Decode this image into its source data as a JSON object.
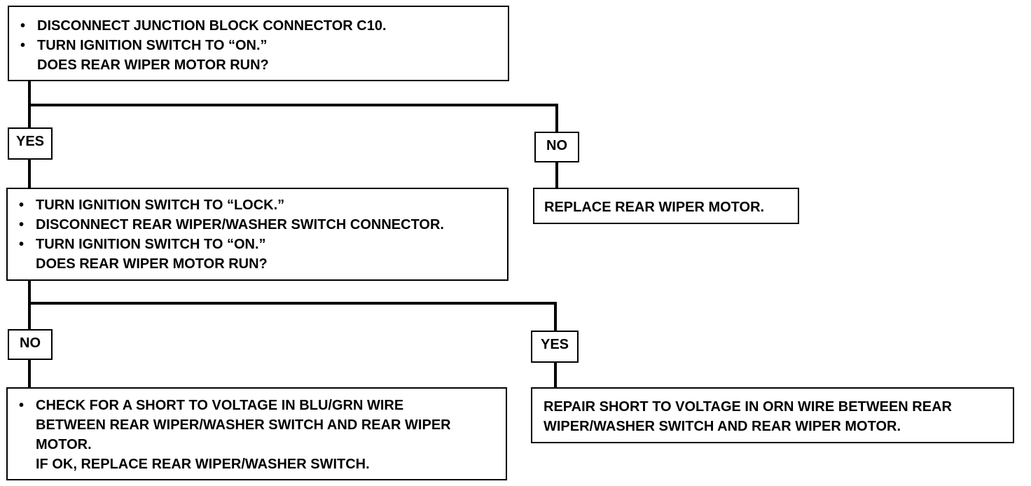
{
  "step1": {
    "items": [
      "DISCONNECT JUNCTION BLOCK CONNECTOR C10.",
      "TURN IGNITION SWITCH TO “ON.”"
    ],
    "question": "DOES REAR WIPER MOTOR RUN?"
  },
  "step1_yes_label": "YES",
  "step1_no_label": "NO",
  "step1_no_result": "REPLACE REAR WIPER MOTOR.",
  "step2": {
    "items": [
      "TURN IGNITION SWITCH TO “LOCK.”",
      "DISCONNECT REAR WIPER/WASHER SWITCH CONNECTOR.",
      "TURN IGNITION SWITCH TO “ON.”"
    ],
    "question": "DOES REAR WIPER MOTOR RUN?"
  },
  "step2_no_label": "NO",
  "step2_yes_label": "YES",
  "step2_no_result": {
    "item_line1": "CHECK FOR A SHORT TO VOLTAGE IN BLU/GRN WIRE",
    "item_line2": "BETWEEN REAR WIPER/WASHER SWITCH AND REAR WIPER",
    "item_line3": "MOTOR.",
    "followup": "IF OK, REPLACE REAR WIPER/WASHER SWITCH."
  },
  "step2_yes_result": {
    "line1": "REPAIR SHORT TO VOLTAGE IN ORN WIRE BETWEEN REAR",
    "line2": "WIPER/WASHER SWITCH AND REAR WIPER MOTOR."
  }
}
